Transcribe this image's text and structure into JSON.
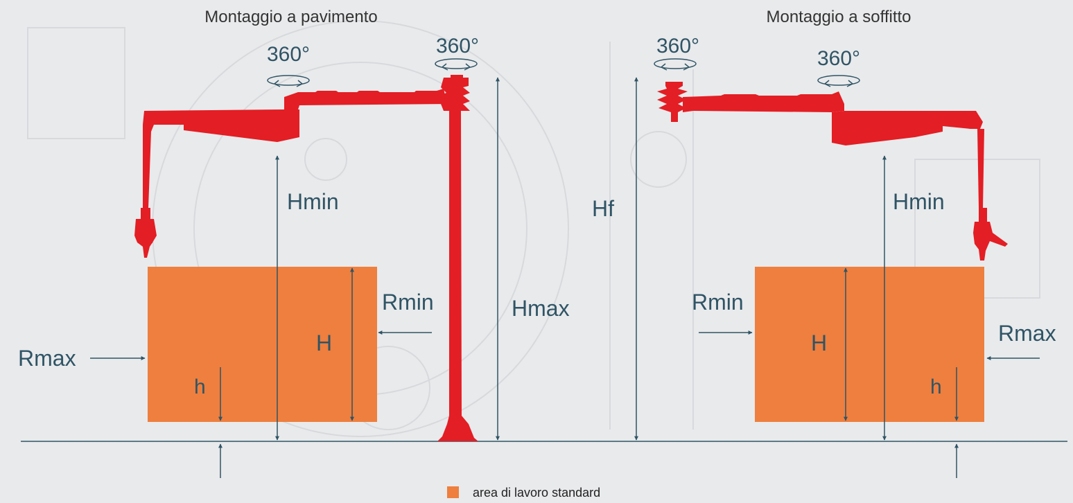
{
  "left_panel": {
    "title": "Montaggio a pavimento",
    "rotation_arm": "360°",
    "rotation_column": "360°",
    "label_hmin": "Hmin",
    "label_hmax": "Hmax",
    "label_rmin": "Rmin",
    "label_rmax": "Rmax",
    "label_H": "H",
    "label_h": "h"
  },
  "right_panel": {
    "title": "Montaggio a soffitto",
    "rotation_mount": "360°",
    "rotation_arm": "360°",
    "label_hf": "Hf",
    "label_hmin": "Hmin",
    "label_rmin": "Rmin",
    "label_rmax": "Rmax",
    "label_H": "H",
    "label_h": "h"
  },
  "legend": {
    "label": "area di lavoro standard"
  },
  "colors": {
    "machine_red": "#e31e24",
    "work_area_orange": "#ee7f3e",
    "dimension_line": "#2f5465",
    "background": "#e9eaec"
  }
}
